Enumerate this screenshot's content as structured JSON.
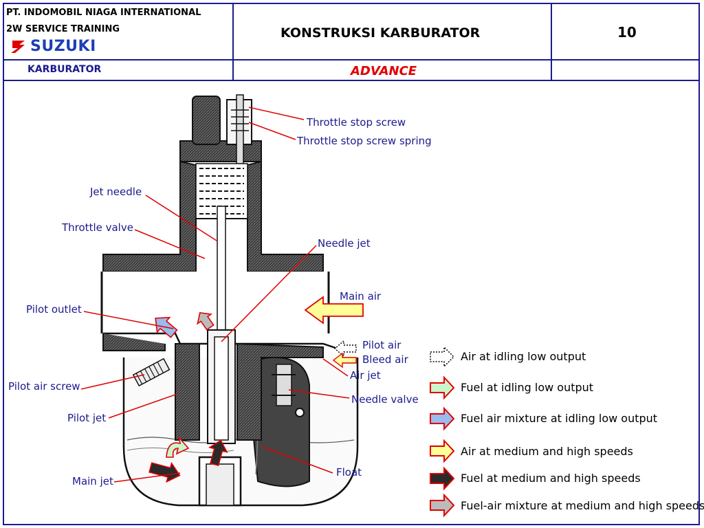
{
  "header": {
    "company": "PT. INDOMOBIL NIAGA INTERNATIONAL",
    "training": "2W SERVICE TRAINING",
    "brand": "SUZUKI",
    "title": "KONSTRUKSI KARBURATOR",
    "page_number": "10",
    "section": "KARBURATOR",
    "level": "ADVANCE"
  },
  "labels": {
    "throttle_stop_screw": "Throttle stop screw",
    "throttle_stop_screw_spring": "Throttle stop screw spring",
    "jet_needle": "Jet needle",
    "throttle_valve": "Throttle valve",
    "needle_jet": "Needle jet",
    "main_air": "Main air",
    "pilot_outlet": "Pilot outlet",
    "pilot_air": "Pilot air",
    "bleed_air": "Bleed air",
    "air_jet": "Air jet",
    "pilot_air_screw": "Pilot air screw",
    "needle_valve": "Needle valve",
    "pilot_jet": "Pilot jet",
    "float": "Float",
    "main_jet": "Main jet"
  },
  "legend": [
    {
      "label": "Air at idling low output",
      "fill": "#ffffff",
      "stroke": "#000000",
      "dotted": true
    },
    {
      "label": "Fuel at idling low output",
      "fill": "#ccf5cc",
      "stroke": "#e00000",
      "dotted": false
    },
    {
      "label": "Fuel air mixture at idling low output",
      "fill": "#99bbee",
      "stroke": "#e00000",
      "dotted": false
    },
    {
      "label": "Air at medium and high speeds",
      "fill": "#ffff99",
      "stroke": "#e00000",
      "dotted": false
    },
    {
      "label": "Fuel at medium and high speeds",
      "fill": "#2a2a2a",
      "stroke": "#e00000",
      "dotted": false
    },
    {
      "label": "Fuel-air mixture at medium and high speeds",
      "fill": "#bbbbbb",
      "stroke": "#e00000",
      "dotted": false
    }
  ],
  "colors": {
    "frame": "#1a1a8c",
    "label_text": "#1a1a8c",
    "leader_line": "#e00000",
    "advance_text": "#e00000",
    "brand": "#1d3fb5"
  }
}
